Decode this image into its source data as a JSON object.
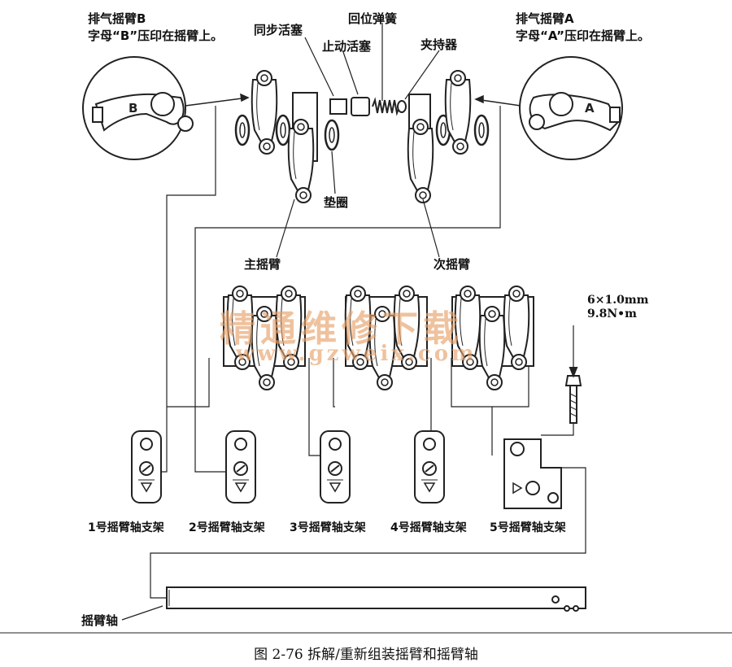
{
  "labels": {
    "exhaust_arm_b": "排气摇臂B",
    "exhaust_arm_b_note": "字母“B”压印在摇臂上。",
    "exhaust_arm_a": "排气摇臂A",
    "exhaust_arm_a_note": "字母“A”压印在摇臂上。",
    "sync_piston": "同步活塞",
    "return_spring": "回位弹簧",
    "stop_piston": "止动活塞",
    "retainer": "夹持器",
    "washer": "垫圈",
    "primary_arm": "主摇臂",
    "secondary_arm": "次摇臂",
    "bolt_size": "6×1.0mm",
    "bolt_torque": "9.8N•m",
    "holder_1": "1号摇臂轴支架",
    "holder_2": "2号摇臂轴支架",
    "holder_3": "3号摇臂轴支架",
    "holder_4": "4号摇臂轴支架",
    "holder_5": "5号摇臂轴支架",
    "shaft": "摇臂轴"
  },
  "caption": "图 2-76   拆解/重新组装摇臂和摇臂轴",
  "watermark": {
    "text": "精通维修下载",
    "url": "www.gzweix.com"
  },
  "colors": {
    "line": "#222222",
    "watermark": "#e8a36b"
  }
}
